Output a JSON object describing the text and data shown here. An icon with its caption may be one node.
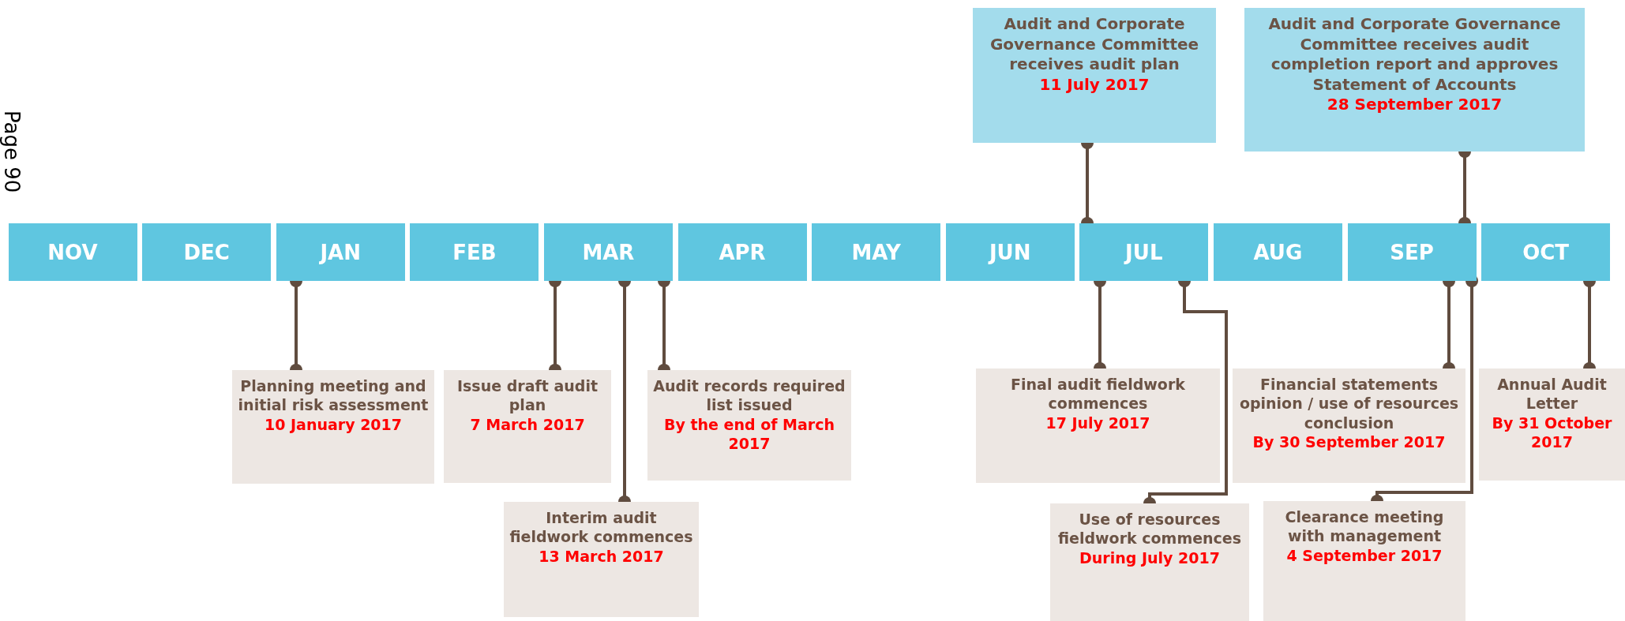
{
  "diagram": {
    "nodes": [
      {
        "text": [
          "Audit and Corporate Governance Committee receives audit plan",
          "11 July 2017"
        ]
      },
      {
        "text": [
          "Audit and Corporate Governance Committee receives audit completion report and approves Statement of Accounts",
          "28 September 2017"
        ]
      },
      {
        "text": [
          "NOV"
        ]
      },
      {
        "text": [
          "DEC"
        ]
      },
      {
        "text": [
          "JAN"
        ]
      },
      {
        "text": [
          "FEB"
        ]
      },
      {
        "text": [
          "MAR"
        ]
      },
      {
        "text": [
          "APR"
        ]
      },
      {
        "text": [
          "MAY"
        ]
      },
      {
        "text": [
          "JUN"
        ]
      },
      {
        "text": [
          "JUL"
        ]
      },
      {
        "text": [
          "AUG"
        ]
      },
      {
        "text": [
          "SEP"
        ]
      },
      {
        "text": [
          "OCT"
        ]
      },
      {
        "text": [
          "Planning meeting and initial risk assessment",
          "10 January 2017"
        ]
      },
      {
        "text": [
          "Issue draft audit plan",
          "7 March 2017"
        ]
      },
      {
        "text": [
          "Audit records required list issued",
          "By the end of March 2017"
        ]
      },
      {
        "text": [
          "Final audit fieldwork commences",
          "17 July 2017"
        ]
      },
      {
        "text": [
          "Financial statements opinion / use of resources conclusion",
          "By 30 September 2017"
        ]
      },
      {
        "text": [
          "Annual Audit Letter",
          "By 31 October 2017"
        ]
      },
      {
        "text": [
          "Interim audit fieldwork commences",
          "13 March 2017"
        ]
      },
      {
        "text": [
          "Use of resources fieldwork commences",
          "During July 2017"
        ]
      },
      {
        "text": [
          "Clearance meeting with management",
          "4 September 2017"
        ]
      }
    ],
    "edges": [
      {
        "from": 0,
        "to": 10,
        "arrow": "other"
      },
      {
        "from": 1,
        "to": 12,
        "arrow": "other"
      },
      {
        "from": 14,
        "to": 4,
        "arrow": "other"
      },
      {
        "from": 15,
        "to": 6,
        "arrow": "other"
      },
      {
        "from": 16,
        "to": 6,
        "arrow": "other"
      },
      {
        "from": 17,
        "to": 10,
        "arrow": "other"
      },
      {
        "from": 18,
        "to": 12,
        "arrow": "other"
      },
      {
        "from": 19,
        "to": 13,
        "arrow": "other"
      },
      {
        "from": 20,
        "to": 6,
        "arrow": "other"
      },
      {
        "from": 21,
        "to": 10,
        "arrow": "other"
      },
      {
        "from": 22,
        "to": 12,
        "arrow": "other"
      }
    ],
    "labels": [
      "Page 90"
    ]
  }
}
